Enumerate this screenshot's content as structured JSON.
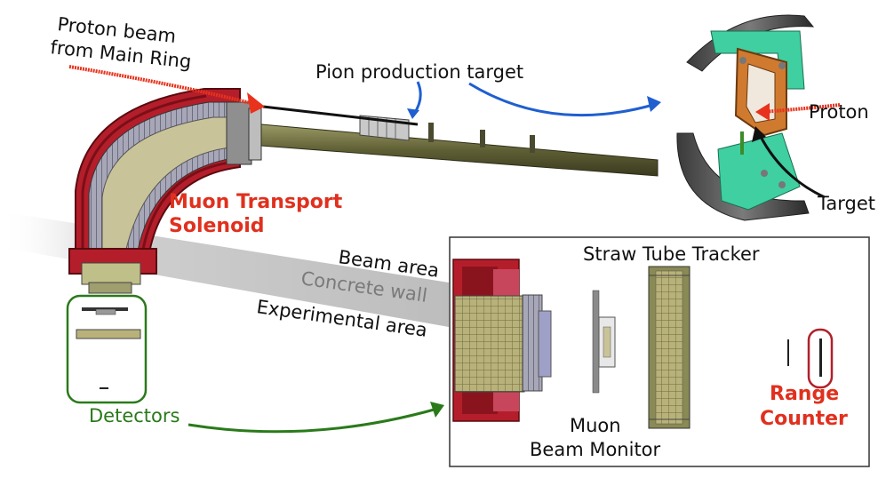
{
  "labels": {
    "proton_beam_line1": "Proton beam",
    "proton_beam_line2": "from Main Ring",
    "pion_target": "Pion production target",
    "proton": "Proton",
    "target": "Target",
    "solenoid_line1": "Muon Transport",
    "solenoid_line2": "Solenoid",
    "beam_area": "Beam area",
    "concrete_wall": "Concrete wall",
    "experimental_area": "Experimental area",
    "straw_tracker": "Straw Tube Tracker",
    "muon_monitor_line1": "Muon",
    "muon_monitor_line2": "Beam Monitor",
    "range_line1": "Range",
    "range_line2": "Counter",
    "detectors": "Detectors"
  },
  "colors": {
    "red_label": "#e0301e",
    "green_label": "#2a7a1a",
    "blue_arrow": "#1f5fd0",
    "beam_red": "#e8321c",
    "magnet_red": "#b0202a",
    "olive": "#8a8a55",
    "concrete": "#c8c8c8",
    "panel_green": "#3fcfa0",
    "copper": "#d07a30"
  }
}
